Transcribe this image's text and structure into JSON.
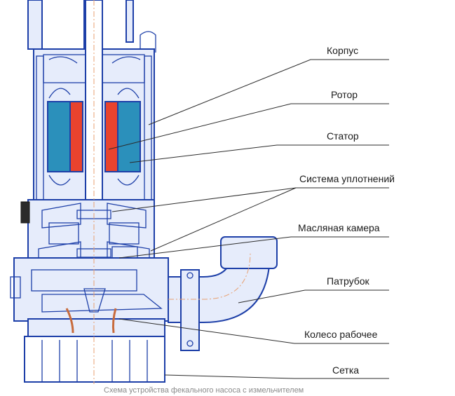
{
  "labels": {
    "korpus": "Корпус",
    "rotor": "Ротор",
    "stator": "Статор",
    "seal_system": "Система уплотнений",
    "oil_chamber": "Масляная камера",
    "nozzle": "Патрубок",
    "impeller": "Колесо рабочее",
    "grid": "Сетка"
  },
  "caption": "Схема устройства фекального насоса с измельчителем",
  "colors": {
    "outline": "#1d3fa8",
    "light_fill": "#e6ecfb",
    "stator": "#2b90bb",
    "rotor": "#e8432e",
    "oil": "#d9cd3b",
    "seal": "#1f8a6a",
    "axis": "#e8a070",
    "leader": "#2b2b2b"
  }
}
